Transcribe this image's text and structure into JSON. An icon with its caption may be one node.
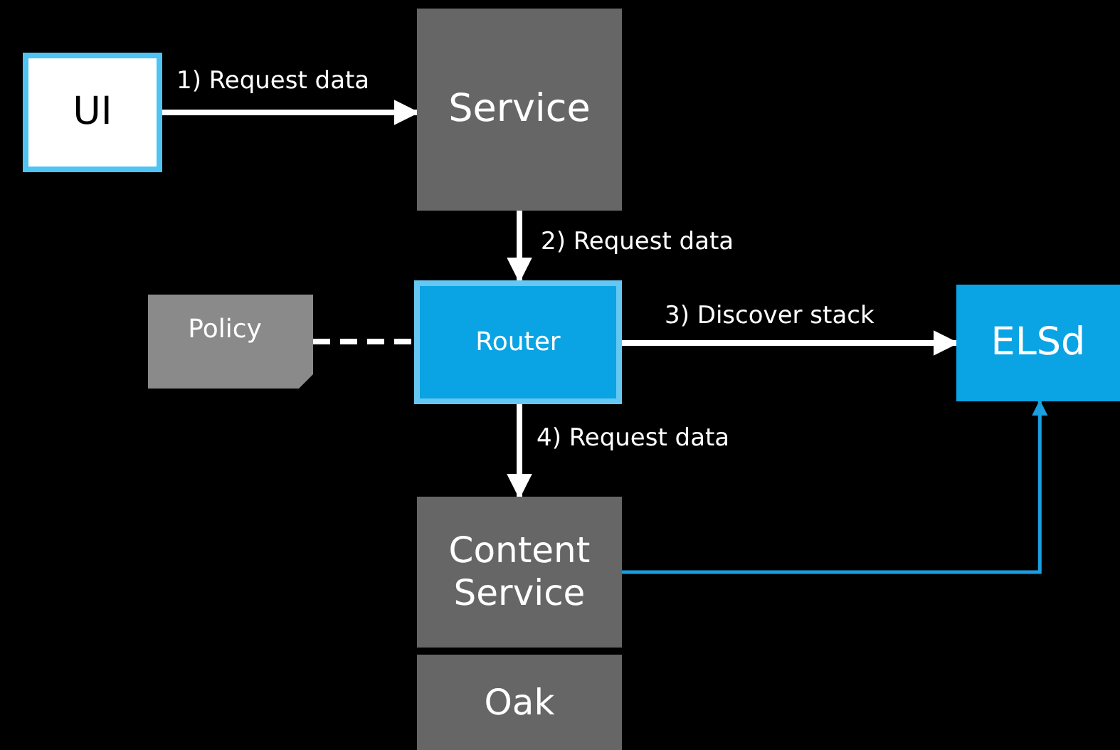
{
  "diagram": {
    "nodes": [
      {
        "text": [
          "UI"
        ]
      },
      {
        "text": [
          "Service"
        ]
      },
      {
        "text": [
          "Policy"
        ]
      },
      {
        "text": [
          "Router"
        ]
      },
      {
        "text": [
          "ELSd"
        ]
      },
      {
        "text": [
          "Content Service"
        ]
      },
      {
        "text": [
          "Oak"
        ]
      }
    ],
    "edges": [
      {
        "from": 0,
        "to": 1,
        "arrow": "to",
        "label": "1) Request data"
      },
      {
        "from": 1,
        "to": 3,
        "arrow": "to",
        "label": "2) Request data"
      },
      {
        "from": 2,
        "to": 3,
        "arrow": "none",
        "style": "dashed"
      },
      {
        "from": 3,
        "to": 4,
        "arrow": "to",
        "label": "3) Discover stack"
      },
      {
        "from": 3,
        "to": 5,
        "arrow": "to",
        "label": "4) Request data"
      },
      {
        "from": 5,
        "to": 4,
        "arrow": "to",
        "color": "#1a9fe0"
      }
    ]
  }
}
